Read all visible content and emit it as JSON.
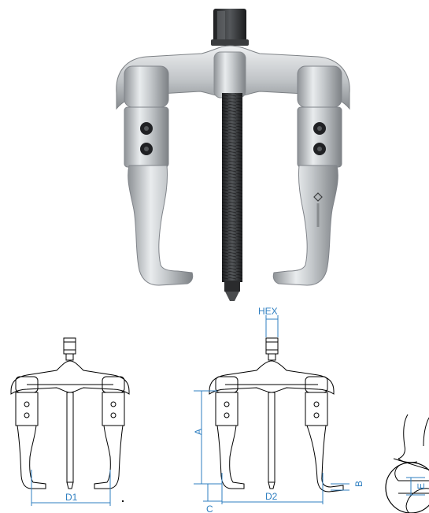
{
  "photo": {
    "brand_icon": "king-tony-logo-icon"
  },
  "drawing": {
    "labels": {
      "hex": "HEX",
      "a": "A",
      "b": "B",
      "c": "C",
      "d1": "D1",
      "d2": "D2",
      "e": "E"
    },
    "colors": {
      "dimension": "#2f7fc1",
      "outline": "#000000"
    }
  }
}
